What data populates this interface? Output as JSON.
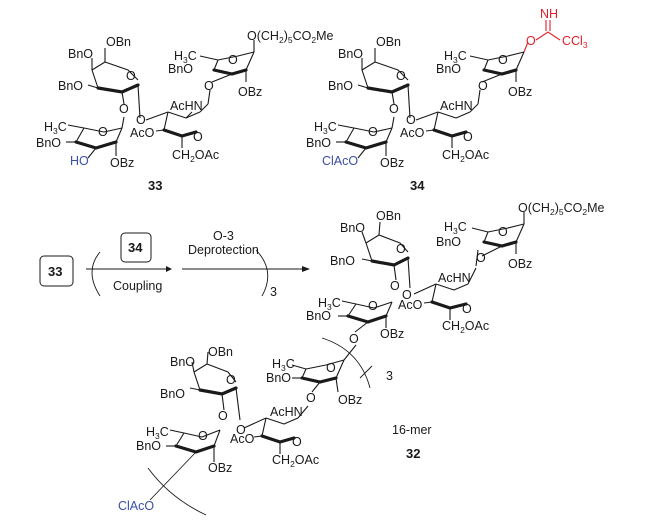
{
  "compounds": {
    "c33": {
      "label": "33",
      "substituents": {
        "obn_6": "OBn",
        "bno_4": "BnO",
        "bno_3": "BnO",
        "h3c_fuc": "H3C",
        "bno_fuc": "BnO",
        "ho": "HO",
        "obz_fuc": "OBz",
        "o_link1": "O",
        "o_link2": "O",
        "o_link3": "O",
        "achn": "AcHN",
        "aco": "AcO",
        "ch2oac": "CH2OAc",
        "h3c_rha": "H3C",
        "bno_rha": "BnO",
        "obz_rha": "OBz",
        "aglycone": "O(CH2)5CO2Me"
      }
    },
    "c34": {
      "label": "34",
      "substituents": {
        "obn_6": "OBn",
        "bno_4": "BnO",
        "bno_3": "BnO",
        "h3c_fuc": "H3C",
        "bno_fuc": "BnO",
        "claco": "ClAcO",
        "obz_fuc": "OBz",
        "o_link1": "O",
        "o_link2": "O",
        "o_link3": "O",
        "achn": "AcHN",
        "aco": "AcO",
        "ch2oac": "CH2OAc",
        "h3c_rha": "H3C",
        "bno_rha": "BnO",
        "obz_rha": "OBz",
        "imidate_nh": "NH",
        "imidate_o": "O",
        "imidate_ccl3": "CCl3"
      }
    },
    "c32": {
      "label": "32",
      "description": "16-mer",
      "repeat": "3",
      "aglycone": "O(CH2)5CO2Me",
      "terminal": "ClAcO"
    }
  },
  "scheme": {
    "start_box": "33",
    "reagent_box": "34",
    "step1_below": "Coupling",
    "step2_above_line1": "O-3",
    "step2_above_line2": "Deprotection",
    "repeat_count": "3"
  },
  "colors": {
    "text": "#1a1a1a",
    "hydroxyl_blue": "#3a4fa8",
    "imidate_red": "#e0202a"
  }
}
